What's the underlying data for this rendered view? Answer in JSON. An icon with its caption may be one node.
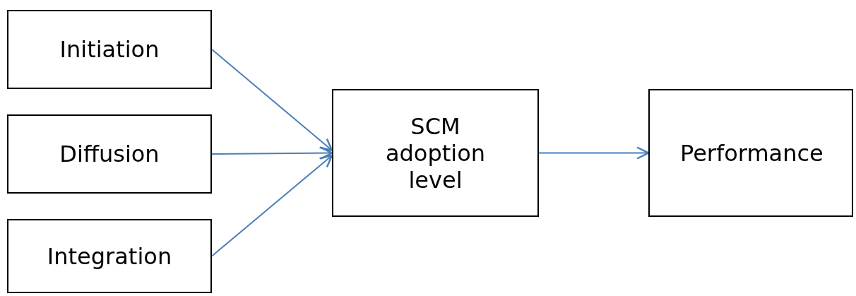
{
  "diagram": {
    "nodes": [
      {
        "text": [
          "Initiation"
        ]
      },
      {
        "text": [
          "Diffusion"
        ]
      },
      {
        "text": [
          "Integration"
        ]
      },
      {
        "text": [
          "SCM adoption level"
        ]
      },
      {
        "text": [
          "Performance"
        ]
      }
    ],
    "edges": [
      {
        "from": 0,
        "to": 3,
        "arrow": "to"
      },
      {
        "from": 1,
        "to": 3,
        "arrow": "to"
      },
      {
        "from": 2,
        "to": 3,
        "arrow": "to"
      },
      {
        "from": 3,
        "to": 4,
        "arrow": "to"
      }
    ]
  }
}
